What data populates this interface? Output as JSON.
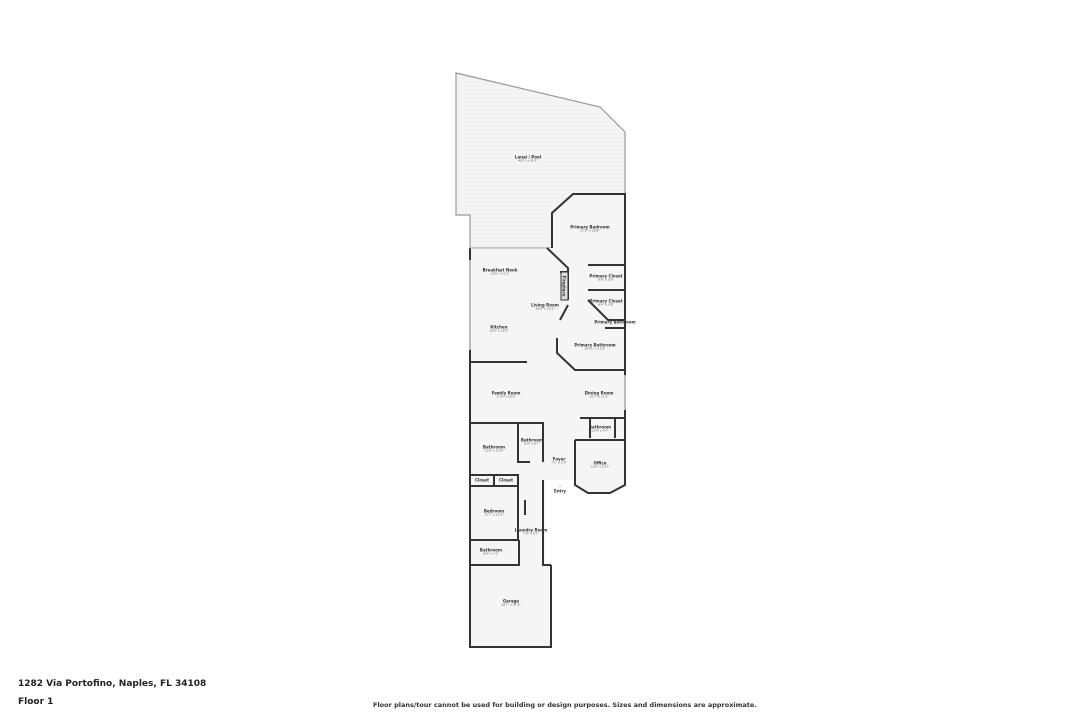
{
  "address": "1282 Via Portofino, Naples, FL 34108",
  "floor_label": "Floor 1",
  "disclaimer": "Floor plans/tour cannot be used for building or design purposes. Sizes and dimensions are approximate.",
  "rooms": [
    {
      "name": "Lanai / Pool",
      "dims": "49'1\" x 41'5\""
    },
    {
      "name": "Primary Bedroom",
      "dims": "17'2\" x 18'8\""
    },
    {
      "name": "Breakfast Nook",
      "dims": "13'8\" x 11'1\""
    },
    {
      "name": "Fireplace",
      "dims": ""
    },
    {
      "name": "Primary Closet",
      "dims": "8'8\" x 5'8\""
    },
    {
      "name": "Primary Closet",
      "dims": "8'8\" x 5'8\""
    },
    {
      "name": "Living Room",
      "dims": "18'8\" x 23'2\""
    },
    {
      "name": "Primary Bathroom",
      "dims": ""
    },
    {
      "name": "Kitchen",
      "dims": "15'6\" x 18'3\""
    },
    {
      "name": "Primary Bathroom",
      "dims": "16'11\" x 12'8\""
    },
    {
      "name": "Family Room",
      "dims": "17'8\" x 18'3\""
    },
    {
      "name": "Dining Room",
      "dims": "14'7\" x 11'2\""
    },
    {
      "name": "Bathroom",
      "dims": "11'6\" x 4'7\""
    },
    {
      "name": "Bathroom",
      "dims": "11'6\" x 13'9\""
    },
    {
      "name": "Bathroom",
      "dims": "8'9\" x 8'7\""
    },
    {
      "name": "Foyer",
      "dims": "7'1\" x 2'9\""
    },
    {
      "name": "Office",
      "dims": "13'6\" x 12'7\""
    },
    {
      "name": "Closet",
      "dims": ""
    },
    {
      "name": "Closet",
      "dims": ""
    },
    {
      "name": "Entry",
      "dims": ""
    },
    {
      "name": "Bedroom",
      "dims": "11'7\" x 13'3\""
    },
    {
      "name": "Laundry Room",
      "dims": "7'8\" x 9'7\""
    },
    {
      "name": "Bathroom",
      "dims": "8'8\" x 5'1\""
    },
    {
      "name": "Garage",
      "dims": "18'7\" x 22'3\""
    }
  ]
}
